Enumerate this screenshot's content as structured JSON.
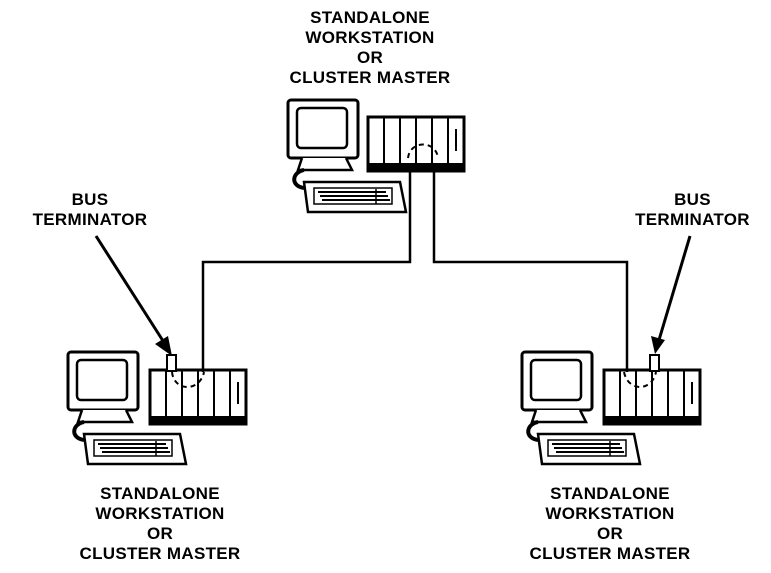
{
  "stations": [
    {
      "id": "top",
      "label_lines": [
        "STANDALONE",
        "WORKSTATION",
        "OR",
        "CLUSTER MASTER"
      ]
    },
    {
      "id": "left",
      "label_lines": [
        "STANDALONE",
        "WORKSTATION",
        "OR",
        "CLUSTER MASTER"
      ]
    },
    {
      "id": "right",
      "label_lines": [
        "STANDALONE",
        "WORKSTATION",
        "OR",
        "CLUSTER MASTER"
      ]
    }
  ],
  "terminators": [
    {
      "id": "left",
      "label_lines": [
        "BUS",
        "TERMINATOR"
      ]
    },
    {
      "id": "right",
      "label_lines": [
        "BUS",
        "TERMINATOR"
      ]
    }
  ]
}
